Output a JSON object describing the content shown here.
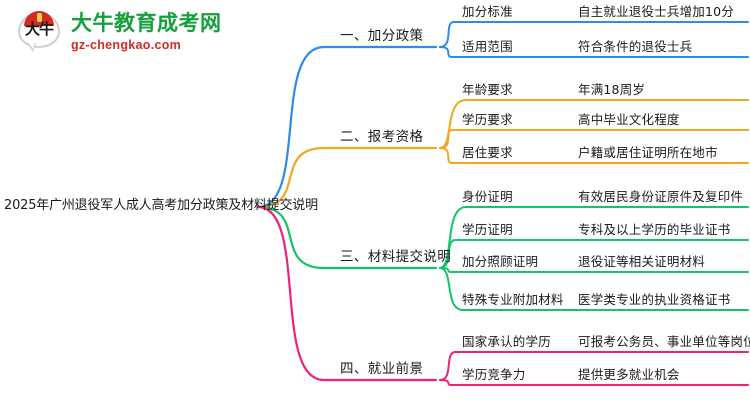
{
  "logo": {
    "mark_text": "大牛",
    "title": "大牛教育成考网",
    "subtitle": "gz-chengkao.com",
    "title_color": "#15a03c",
    "subtitle_color": "#d42a22",
    "arc_color": "#d42a22"
  },
  "mindmap": {
    "root": "2025年广州退役军人成人高考加分政策及材料提交说明",
    "branches": [
      {
        "label": "一、加分政策",
        "color": "#2e8bea",
        "children": [
          {
            "key": "加分标准",
            "value": "自主就业退役士兵增加10分"
          },
          {
            "key": "适用范围",
            "value": "符合条件的退役士兵"
          }
        ]
      },
      {
        "label": "二、报考资格",
        "color": "#f0a81e",
        "children": [
          {
            "key": "年龄要求",
            "value": "年满18周岁"
          },
          {
            "key": "学历要求",
            "value": "高中毕业文化程度"
          },
          {
            "key": "居住要求",
            "value": "户籍或居住证明所在地市"
          }
        ]
      },
      {
        "label": "三、材料提交说明",
        "color": "#12c46a",
        "children": [
          {
            "key": "身份证明",
            "value": "有效居民身份证原件及复印件"
          },
          {
            "key": "学历证明",
            "value": "专科及以上学历的毕业证书"
          },
          {
            "key": "加分照顾证明",
            "value": "退役证等相关证明材料"
          },
          {
            "key": "特殊专业附加材料",
            "value": "医学类专业的执业资格证书"
          }
        ]
      },
      {
        "label": "四、就业前景",
        "color": "#ef2277",
        "children": [
          {
            "key": "国家承认的学历",
            "value": "可报考公务员、事业单位等岗位"
          },
          {
            "key": "学历竞争力",
            "value": "提供更多就业机会"
          }
        ]
      }
    ]
  }
}
